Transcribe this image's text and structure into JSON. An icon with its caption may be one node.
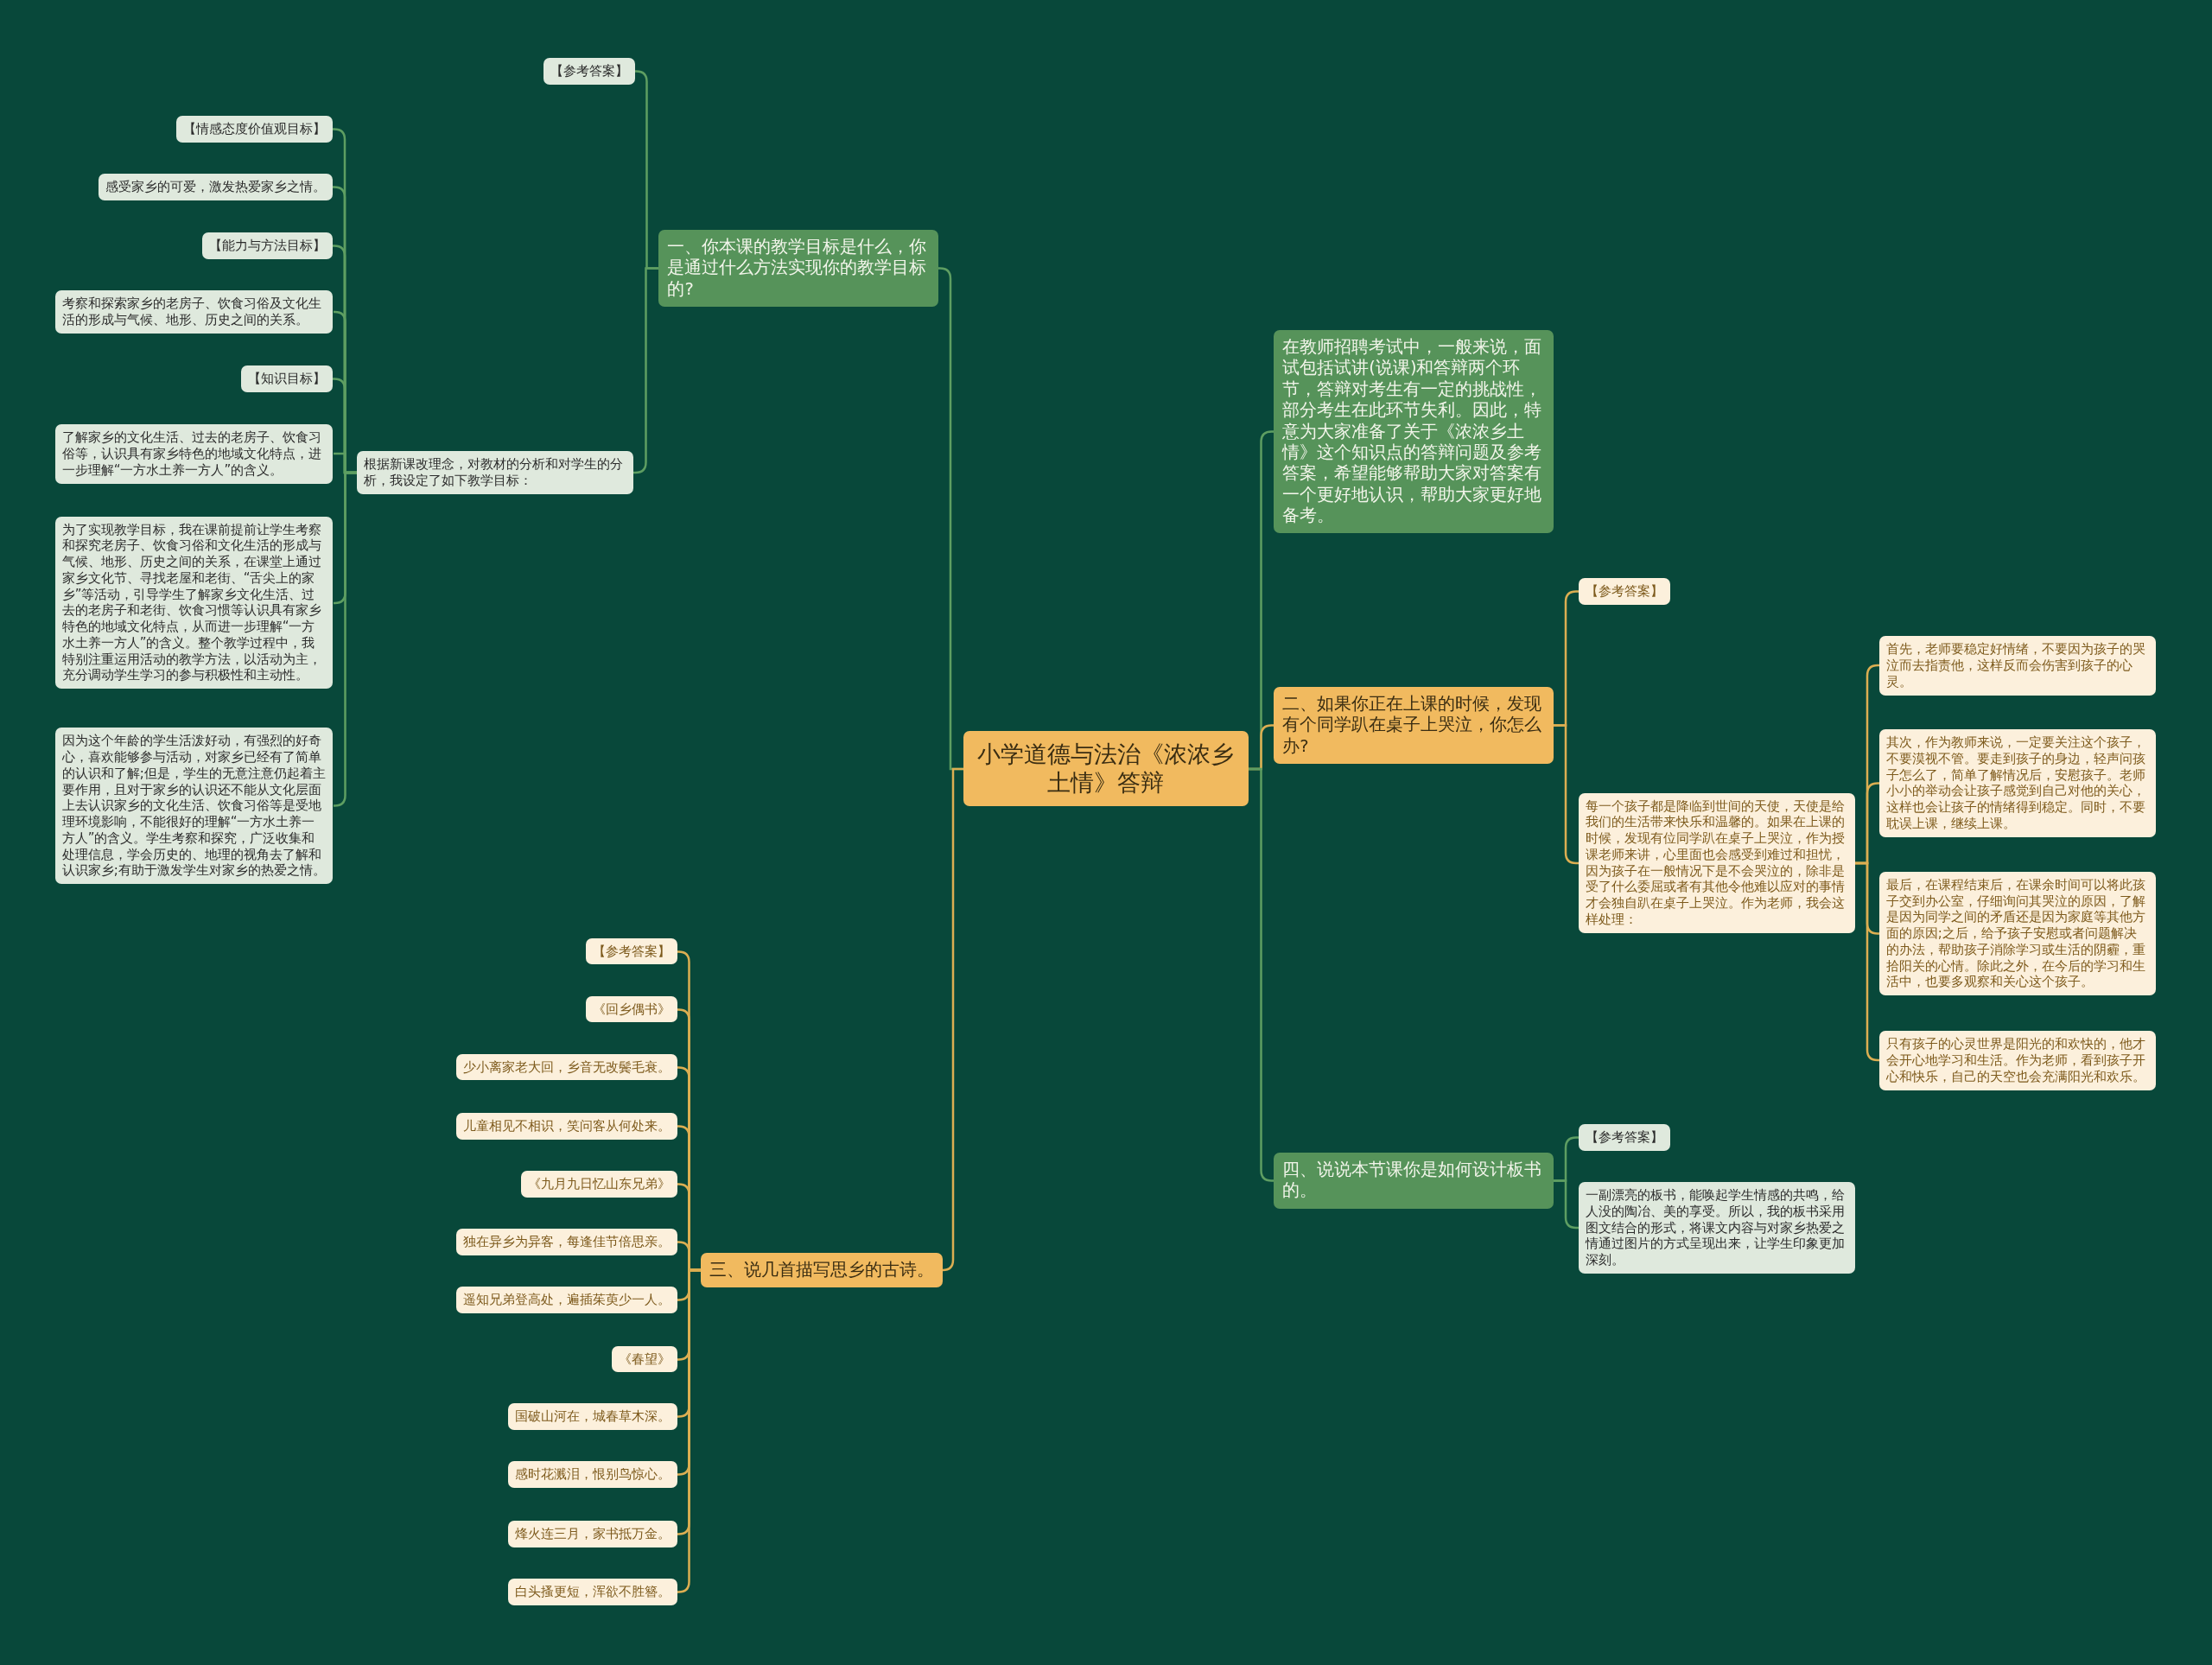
{
  "diagram": {
    "nodes": [
      {
        "text": [
          "小学道德与法治《浓浓乡土情》答辩"
        ]
      },
      {
        "text": [
          "在教师招聘考试中，一般来说，面试包括试讲(说课)和答辩两个环节，答辩对考生有一定的挑战性，部分考生在此环节失利。因此，特意为大家准备了关于《浓浓乡土情》这个知识点的答辩问题及参考答案，希望能够帮助大家对答案有一个更好地认识，帮助大家更好地备考。"
        ]
      },
      {
        "text": [
          "一、你本课的教学目标是什么，你是通过什么方法实现你的教学目标的?"
        ]
      },
      {
        "text": [
          "二、如果你正在上课的时候，发现有个同学趴在桌子上哭泣，你怎么办?"
        ]
      },
      {
        "text": [
          "三、说几首描写思乡的古诗。"
        ]
      },
      {
        "text": [
          "四、说说本节课你是如何设计板书的。"
        ]
      },
      {
        "text": [
          "【参考答案】"
        ]
      },
      {
        "text": [
          "根据新课改理念，对教材的分析和对学生的分析，我设定了如下教学目标："
        ]
      },
      {
        "text": [
          "【情感态度价值观目标】"
        ]
      },
      {
        "text": [
          "感受家乡的可爱，激发热爱家乡之情。"
        ]
      },
      {
        "text": [
          "【能力与方法目标】"
        ]
      },
      {
        "text": [
          "考察和探索家乡的老房子、饮食习俗及文化生活的形成与气候、地形、历史之间的关系。"
        ]
      },
      {
        "text": [
          "【知识目标】"
        ]
      },
      {
        "text": [
          "了解家乡的文化生活、过去的老房子、饮食习俗等，认识具有家乡特色的地域文化特点，进一步理解“一方水土养一方人”的含义。"
        ]
      },
      {
        "text": [
          "为了实现教学目标，我在课前提前让学生考察和探究老房子、饮食习俗和文化生活的形成与气候、地形、历史之间的关系，在课堂上通过家乡文化节、寻找老屋和老街、“舌尖上的家乡”等活动，引导学生了解家乡文化生活、过去的老房子和老街、饮食习惯等认识具有家乡特色的地域文化特点，从而进一步理解“一方水土养一方人”的含义。整个教学过程中，我特别注重运用活动的教学方法，以活动为主，充分调动学生学习的参与积极性和主动性。"
        ]
      },
      {
        "text": [
          "因为这个年龄的学生活泼好动，有强烈的好奇心，喜欢能够参与活动，对家乡已经有了简单的认识和了解;但是，学生的无意注意仍起着主要作用，且对于家乡的认识还不能从文化层面上去认识家乡的文化生活、饮食习俗等是受地理环境影响，不能很好的理解“一方水土养一方人”的含义。学生考察和探究，广泛收集和处理信息，学会历史的、地理的视角去了解和认识家乡;有助于激发学生对家乡的热爱之情。"
        ]
      },
      {
        "text": [
          "【参考答案】"
        ]
      },
      {
        "text": [
          "每一个孩子都是降临到世间的天使，天使是给我们的生活带来快乐和温馨的。如果在上课的时候，发现有位同学趴在桌子上哭泣，作为授课老师来讲，心里面也会感受到难过和担忧，因为孩子在一般情况下是不会哭泣的，除非是受了什么委屈或者有其他令他难以应对的事情才会独自趴在桌子上哭泣。作为老师，我会这样处理："
        ]
      },
      {
        "text": [
          "首先，老师要稳定好情绪，不要因为孩子的哭泣而去指责他，这样反而会伤害到孩子的心灵。"
        ]
      },
      {
        "text": [
          "其次，作为教师来说，一定要关注这个孩子，不要漠视不管。要走到孩子的身边，轻声问孩子怎么了，简单了解情况后，安慰孩子。老师小小的举动会让孩子感觉到自己对他的关心，这样也会让孩子的情绪得到稳定。同时，不要耽误上课，继续上课。"
        ]
      },
      {
        "text": [
          "最后，在课程结束后，在课余时间可以将此孩子交到办公室，仔细询问其哭泣的原因，了解是因为同学之间的矛盾还是因为家庭等其他方面的原因;之后，给予孩子安慰或者问题解决的办法，帮助孩子消除学习或生活的阴霾，重拾阳关的心情。除此之外，在今后的学习和生活中，也要多观察和关心这个孩子。"
        ]
      },
      {
        "text": [
          "只有孩子的心灵世界是阳光的和欢快的，他才会开心地学习和生活。作为老师，看到孩子开心和快乐，自己的天空也会充满阳光和欢乐。"
        ]
      },
      {
        "text": [
          "【参考答案】"
        ]
      },
      {
        "text": [
          "《回乡偶书》"
        ]
      },
      {
        "text": [
          "少小离家老大回，乡音无改鬓毛衰。"
        ]
      },
      {
        "text": [
          "儿童相见不相识，笑问客从何处来。"
        ]
      },
      {
        "text": [
          "《九月九日忆山东兄弟》"
        ]
      },
      {
        "text": [
          "独在异乡为异客，每逢佳节倍思亲。"
        ]
      },
      {
        "text": [
          "遥知兄弟登高处，遍插茱萸少一人。"
        ]
      },
      {
        "text": [
          "《春望》"
        ]
      },
      {
        "text": [
          "国破山河在，城春草木深。"
        ]
      },
      {
        "text": [
          "感时花溅泪，恨别鸟惊心。"
        ]
      },
      {
        "text": [
          "烽火连三月，家书抵万金。"
        ]
      },
      {
        "text": [
          "白头搔更短，浑欲不胜簪。"
        ]
      },
      {
        "text": [
          "【参考答案】"
        ]
      },
      {
        "text": [
          "一副漂亮的板书，能唤起学生情感的共鸣，给人没的陶冶、美的享受。所以，我的板书采用图文结合的形式，将课文内容与对家乡热爱之情通过图片的方式呈现出来，让学生印象更加深刻。"
        ]
      }
    ],
    "edges": [
      {
        "from": 0,
        "to": 1,
        "arrow": "none",
        "color": "#5e9e62"
      },
      {
        "from": 0,
        "to": 2,
        "arrow": "none",
        "color": "#5e9e62"
      },
      {
        "from": 0,
        "to": 3,
        "arrow": "none"
      },
      {
        "from": 0,
        "to": 4,
        "arrow": "none"
      },
      {
        "from": 0,
        "to": 5,
        "arrow": "none",
        "color": "#5e9e62"
      },
      {
        "from": 2,
        "to": 6,
        "arrow": "none",
        "color": "#5e9e62"
      },
      {
        "from": 2,
        "to": 7,
        "arrow": "none",
        "color": "#5e9e62"
      },
      {
        "from": 7,
        "to": 8,
        "arrow": "none",
        "color": "#5e9e62"
      },
      {
        "from": 7,
        "to": 9,
        "arrow": "none",
        "color": "#5e9e62"
      },
      {
        "from": 7,
        "to": 10,
        "arrow": "none",
        "color": "#5e9e62"
      },
      {
        "from": 7,
        "to": 11,
        "arrow": "none",
        "color": "#5e9e62"
      },
      {
        "from": 7,
        "to": 12,
        "arrow": "none",
        "color": "#5e9e62"
      },
      {
        "from": 7,
        "to": 13,
        "arrow": "none",
        "color": "#5e9e62"
      },
      {
        "from": 7,
        "to": 14,
        "arrow": "none",
        "color": "#5e9e62"
      },
      {
        "from": 7,
        "to": 15,
        "arrow": "none",
        "color": "#5e9e62"
      },
      {
        "from": 3,
        "to": 16,
        "arrow": "none"
      },
      {
        "from": 3,
        "to": 17,
        "arrow": "none"
      },
      {
        "from": 17,
        "to": 18,
        "arrow": "none"
      },
      {
        "from": 17,
        "to": 19,
        "arrow": "none"
      },
      {
        "from": 17,
        "to": 20,
        "arrow": "none"
      },
      {
        "from": 17,
        "to": 21,
        "arrow": "none"
      },
      {
        "from": 4,
        "to": 22,
        "arrow": "none"
      },
      {
        "from": 4,
        "to": 23,
        "arrow": "none"
      },
      {
        "from": 4,
        "to": 24,
        "arrow": "none"
      },
      {
        "from": 4,
        "to": 25,
        "arrow": "none"
      },
      {
        "from": 4,
        "to": 26,
        "arrow": "none"
      },
      {
        "from": 4,
        "to": 27,
        "arrow": "none"
      },
      {
        "from": 4,
        "to": 28,
        "arrow": "none"
      },
      {
        "from": 4,
        "to": 29,
        "arrow": "none"
      },
      {
        "from": 4,
        "to": 30,
        "arrow": "none"
      },
      {
        "from": 4,
        "to": 31,
        "arrow": "none"
      },
      {
        "from": 4,
        "to": 32,
        "arrow": "none"
      },
      {
        "from": 4,
        "to": 33,
        "arrow": "none"
      },
      {
        "from": 5,
        "to": 34,
        "arrow": "none",
        "color": "#5e9e62"
      },
      {
        "from": 5,
        "to": 35,
        "arrow": "none",
        "color": "#5e9e62"
      }
    ]
  }
}
